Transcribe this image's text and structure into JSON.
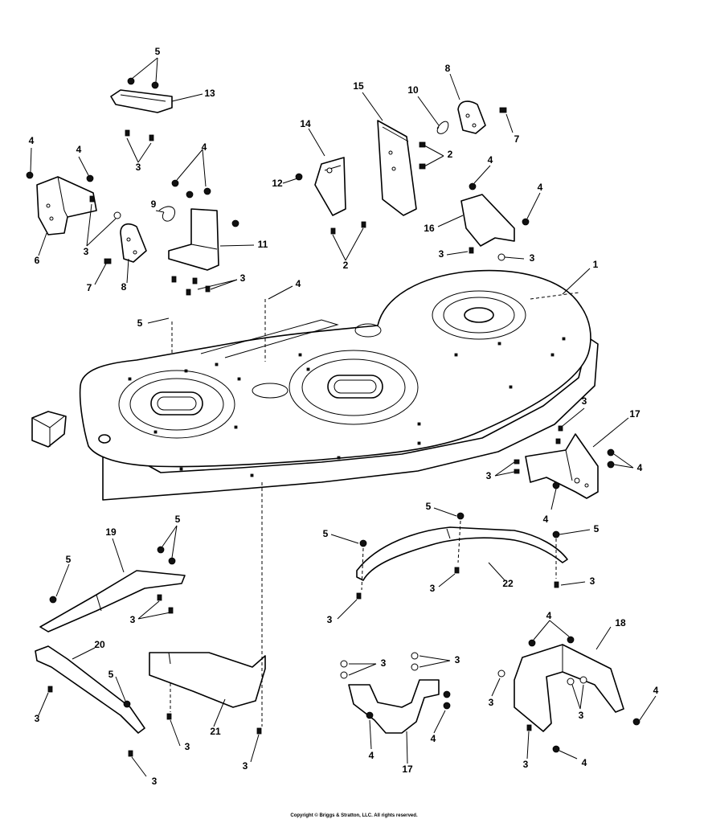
{
  "copyright": "Copyright © Briggs & Stratton, LLC. All rights reserved.",
  "callouts": [
    {
      "id": "c-5-a",
      "label": "5"
    },
    {
      "id": "c-13",
      "label": "13"
    },
    {
      "id": "c-3-a",
      "label": "3"
    },
    {
      "id": "c-4-a",
      "label": "4"
    },
    {
      "id": "c-4-b",
      "label": "4"
    },
    {
      "id": "c-4-c",
      "label": "4"
    },
    {
      "id": "c-6",
      "label": "6"
    },
    {
      "id": "c-3-b",
      "label": "3"
    },
    {
      "id": "c-9",
      "label": "9"
    },
    {
      "id": "c-11",
      "label": "11"
    },
    {
      "id": "c-7-a",
      "label": "7"
    },
    {
      "id": "c-8-a",
      "label": "8"
    },
    {
      "id": "c-3-c",
      "label": "3"
    },
    {
      "id": "c-14",
      "label": "14"
    },
    {
      "id": "c-12",
      "label": "12"
    },
    {
      "id": "c-2-a",
      "label": "2"
    },
    {
      "id": "c-15",
      "label": "15"
    },
    {
      "id": "c-10",
      "label": "10"
    },
    {
      "id": "c-8-b",
      "label": "8"
    },
    {
      "id": "c-7-b",
      "label": "7"
    },
    {
      "id": "c-2-b",
      "label": "2"
    },
    {
      "id": "c-4-d",
      "label": "4"
    },
    {
      "id": "c-4-e",
      "label": "4"
    },
    {
      "id": "c-16",
      "label": "16"
    },
    {
      "id": "c-3-d",
      "label": "3"
    },
    {
      "id": "c-3-e",
      "label": "3"
    },
    {
      "id": "c-1",
      "label": "1"
    },
    {
      "id": "c-5-b",
      "label": "5"
    },
    {
      "id": "c-4-f",
      "label": "4"
    },
    {
      "id": "c-3-f",
      "label": "3"
    },
    {
      "id": "c-17-a",
      "label": "17"
    },
    {
      "id": "c-3-g",
      "label": "3"
    },
    {
      "id": "c-4-g",
      "label": "4"
    },
    {
      "id": "c-4-h",
      "label": "4"
    },
    {
      "id": "c-5-c",
      "label": "5"
    },
    {
      "id": "c-19",
      "label": "19"
    },
    {
      "id": "c-5-d",
      "label": "5"
    },
    {
      "id": "c-3-h",
      "label": "3"
    },
    {
      "id": "c-5-e",
      "label": "5"
    },
    {
      "id": "c-5-f",
      "label": "5"
    },
    {
      "id": "c-5-g",
      "label": "5"
    },
    {
      "id": "c-3-i",
      "label": "3"
    },
    {
      "id": "c-22",
      "label": "22"
    },
    {
      "id": "c-3-j",
      "label": "3"
    },
    {
      "id": "c-3-k",
      "label": "3"
    },
    {
      "id": "c-20",
      "label": "20"
    },
    {
      "id": "c-5-h",
      "label": "5"
    },
    {
      "id": "c-3-l",
      "label": "3"
    },
    {
      "id": "c-21",
      "label": "21"
    },
    {
      "id": "c-3-m",
      "label": "3"
    },
    {
      "id": "c-3-n",
      "label": "3"
    },
    {
      "id": "c-3-o",
      "label": "3"
    },
    {
      "id": "c-3-p",
      "label": "3"
    },
    {
      "id": "c-3-q",
      "label": "3"
    },
    {
      "id": "c-4-i",
      "label": "4"
    },
    {
      "id": "c-4-j",
      "label": "4"
    },
    {
      "id": "c-17-b",
      "label": "17"
    },
    {
      "id": "c-4-k",
      "label": "4"
    },
    {
      "id": "c-18",
      "label": "18"
    },
    {
      "id": "c-3-r",
      "label": "3"
    },
    {
      "id": "c-3-s",
      "label": "3"
    },
    {
      "id": "c-4-l",
      "label": "4"
    },
    {
      "id": "c-3-t",
      "label": "3"
    },
    {
      "id": "c-4-m",
      "label": "4"
    }
  ]
}
